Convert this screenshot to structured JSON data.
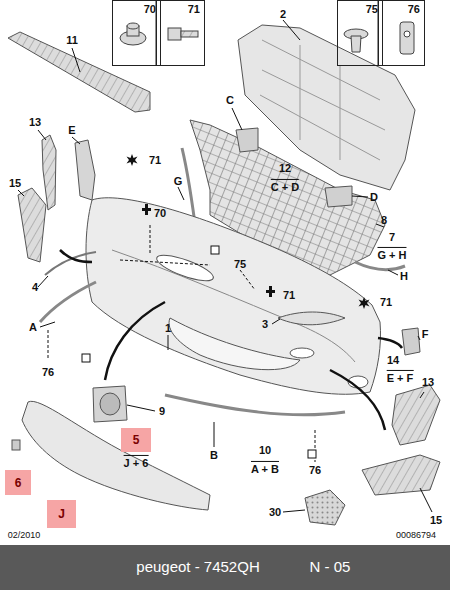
{
  "diagram": {
    "nodes": [
      {
        "text": [
          "70"
        ]
      },
      {
        "text": [
          "71"
        ]
      },
      {
        "text": [
          "75"
        ]
      },
      {
        "text": [
          "76"
        ]
      },
      {
        "text": [
          "5"
        ]
      },
      {
        "text": [
          "6"
        ]
      },
      {
        "text": [
          "J"
        ]
      }
    ],
    "labels": [
      "2",
      "11",
      "13",
      "E",
      "C",
      "15",
      "71",
      "G",
      "12",
      "C + D",
      "70",
      "D",
      "8",
      "7",
      "G + H",
      "75",
      "4",
      "H",
      "71",
      "A",
      "3",
      "1",
      "71",
      "F",
      "14",
      "E + F",
      "76",
      "9",
      "13",
      "J + 6",
      "B",
      "10",
      "A + B",
      "76",
      "30",
      "15",
      "02/2010",
      "00086794",
      "peugeot - 7452QH",
      "N - 05"
    ]
  }
}
